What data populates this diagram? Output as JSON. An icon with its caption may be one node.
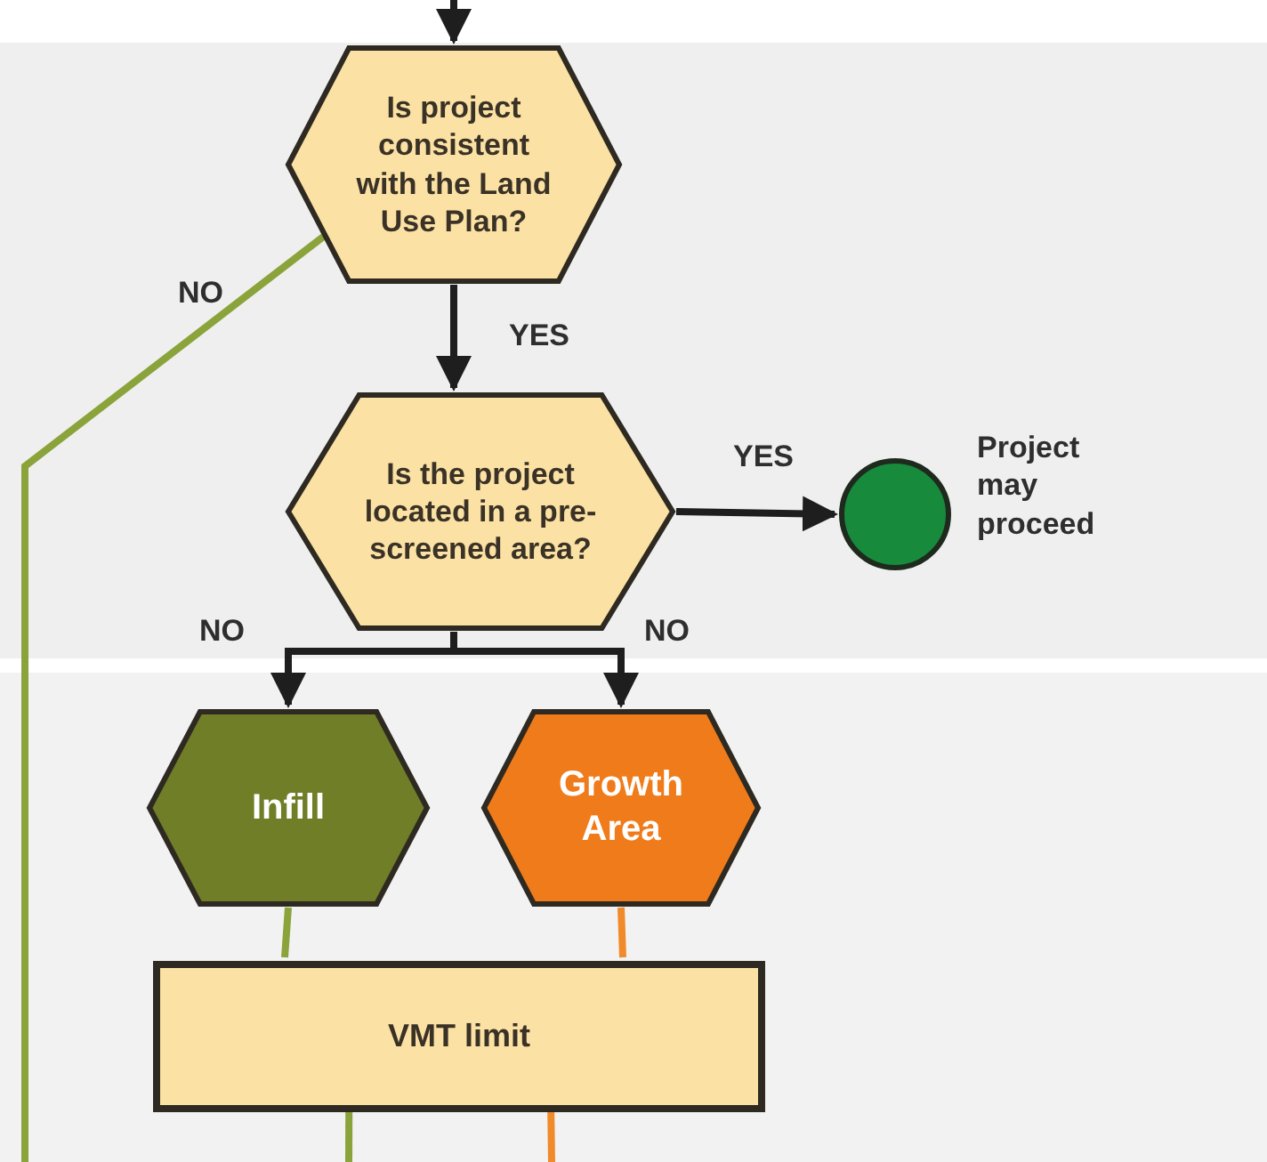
{
  "diagram": {
    "nodes": [
      {
        "text": [
          "Is project consistent with the Land Use Plan?"
        ]
      },
      {
        "text": [
          "Is the project located in a pre-screened area?"
        ]
      },
      {
        "text": [],
        "shape": "circle",
        "beside": [
          "Project may proceed"
        ]
      },
      {
        "text": [
          "Infill"
        ]
      },
      {
        "text": [
          "Growth Area"
        ]
      },
      {
        "text": [
          "VMT limit"
        ]
      }
    ],
    "edges": [
      {
        "from": null,
        "to": 0,
        "arrow": "to"
      },
      {
        "from": 0,
        "to": 1,
        "arrow": "to",
        "label": "YES"
      },
      {
        "from": 0,
        "to": null,
        "arrow": "none",
        "label": "NO",
        "color": "#8aa33a"
      },
      {
        "from": 1,
        "to": 2,
        "arrow": "to",
        "label": "YES"
      },
      {
        "from": 1,
        "to": 3,
        "arrow": "to",
        "label": "NO"
      },
      {
        "from": 1,
        "to": 4,
        "arrow": "to",
        "label": "NO"
      },
      {
        "from": 3,
        "to": 5,
        "arrow": "none",
        "color": "#8aa33a"
      },
      {
        "from": 4,
        "to": 5,
        "arrow": "none",
        "color": "#f08a2a"
      },
      {
        "from": 5,
        "to": null,
        "arrow": "none",
        "color": "#8aa33a"
      },
      {
        "from": 5,
        "to": null,
        "arrow": "none",
        "color": "#f08a2a"
      }
    ]
  }
}
